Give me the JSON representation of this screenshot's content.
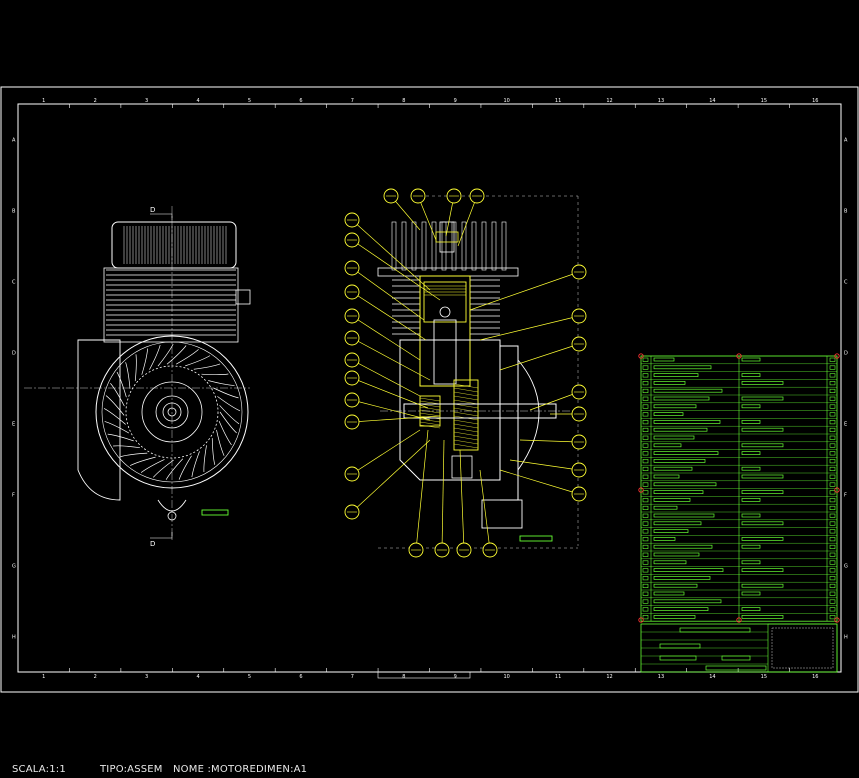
{
  "status_bar": {
    "scale": "SCALA:1:1",
    "type": "TIPO:ASSEM",
    "name": "NOME :MOTOREDIMEN:A1"
  },
  "drawing": {
    "section_label_top": "D",
    "section_label_bottom": "D",
    "grid_numbers": [
      "1",
      "2",
      "3",
      "4",
      "5",
      "6",
      "7",
      "8",
      "9",
      "10",
      "11",
      "12",
      "13",
      "14",
      "15",
      "16"
    ],
    "grid_letters": [
      "A",
      "B",
      "C",
      "D",
      "E",
      "F",
      "G",
      "H"
    ]
  },
  "colors": {
    "background": "#000000",
    "frame": "#ffffff",
    "part_outline": "#ffffff",
    "leader": "#ffff33",
    "table": "#66ff33",
    "marker": "#ff3333"
  }
}
